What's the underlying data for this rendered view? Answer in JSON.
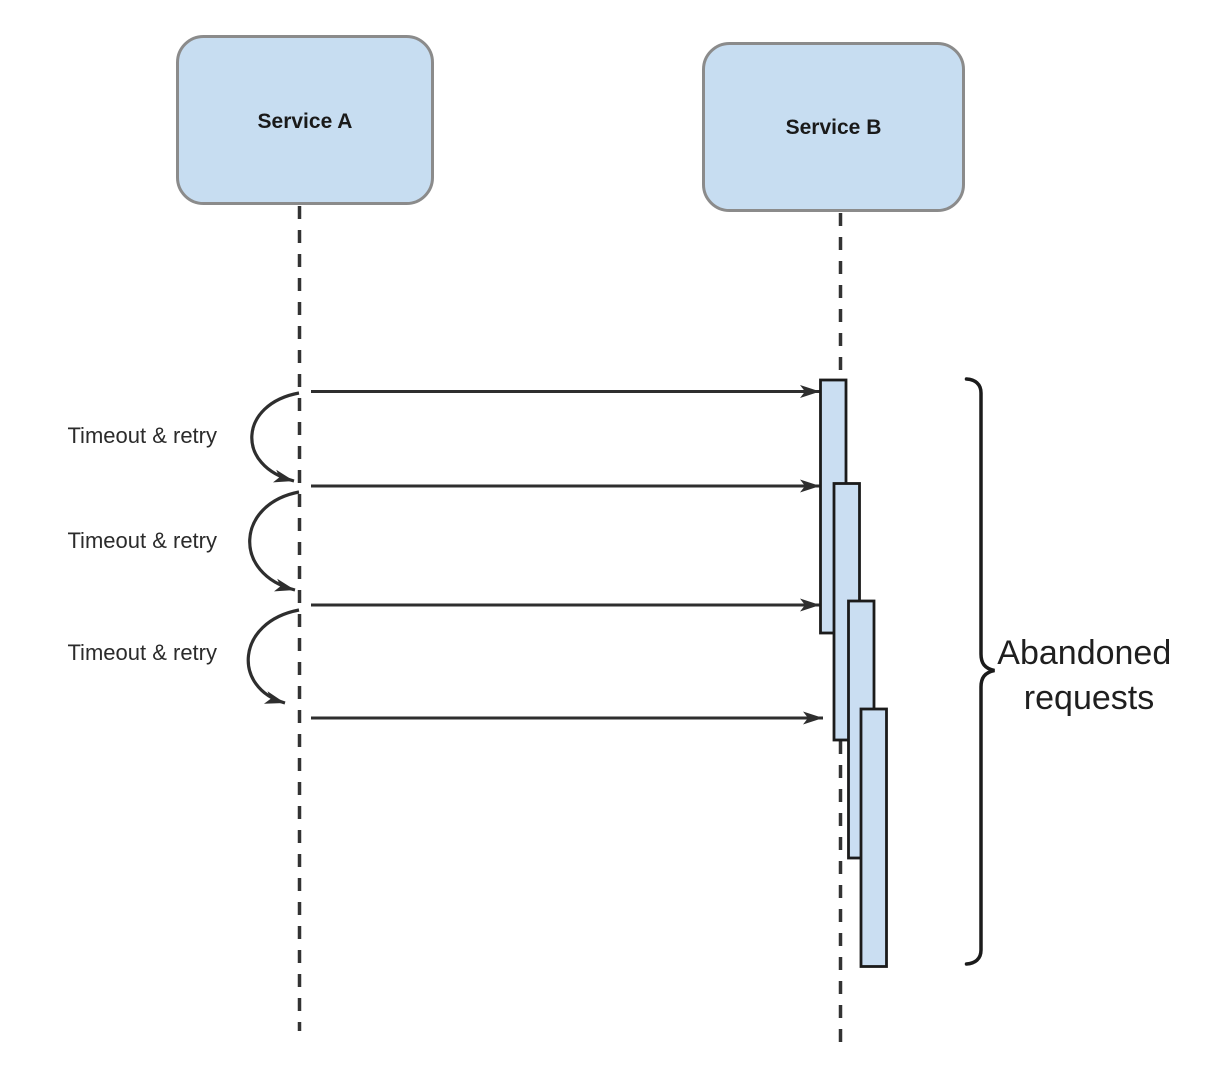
{
  "diagram_type": "sequence",
  "colors": {
    "node_fill": "#c7ddf1",
    "node_stroke": "#8b8b8b",
    "bar_fill": "#cadef2",
    "bar_stroke": "#1b1b1b",
    "line": "#2e2e2e",
    "text": "#212121",
    "bg": "#ffffff"
  },
  "actors": [
    {
      "id": "service-a",
      "label": "Service A"
    },
    {
      "id": "service-b",
      "label": "Service B"
    }
  ],
  "messages": [
    {
      "from": "Service A",
      "to": "Service B"
    },
    {
      "from": "Service A",
      "to": "Service B"
    },
    {
      "from": "Service A",
      "to": "Service B"
    },
    {
      "from": "Service A",
      "to": "Service B"
    }
  ],
  "retries": [
    {
      "label": "Timeout & retry"
    },
    {
      "label": "Timeout & retry"
    },
    {
      "label": "Timeout & retry"
    }
  ],
  "activations": [
    {
      "actor": "Service B"
    },
    {
      "actor": "Service B"
    },
    {
      "actor": "Service B"
    },
    {
      "actor": "Service B"
    }
  ],
  "annotation": {
    "text": "Abandoned requests",
    "lines": [
      "Abandoned",
      "requests"
    ]
  }
}
